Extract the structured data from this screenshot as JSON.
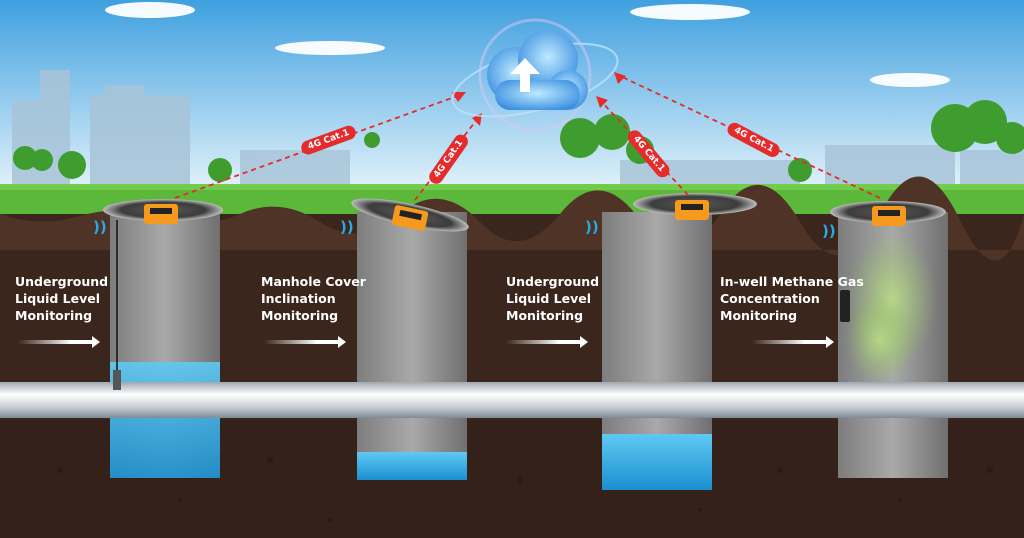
{
  "panels": [
    {
      "line1": "Underground",
      "line2": "Liquid Level",
      "line3": "Monitoring"
    },
    {
      "line1": "Manhole Cover",
      "line2": "Inclination",
      "line3": "Monitoring"
    },
    {
      "line1": "Underground",
      "line2": "Liquid Level",
      "line3": "Monitoring"
    },
    {
      "line1": "In-well Methane Gas",
      "line2": "Concentration",
      "line3": "Monitoring"
    }
  ],
  "link_tags": [
    "4G Cat.1",
    "4G Cat.1",
    "4G Cat.1",
    "4G Cat.1"
  ],
  "colors": {
    "sky_top": "#3fa0e0",
    "sky_bottom": "#d9eef8",
    "grass": "#5cb83a",
    "soil": "#3a261c",
    "shaft": "#8b8b8b",
    "water": "#2aa8e6",
    "device": "#f59a1c",
    "tag_red": "#e52b2b",
    "pipe": "#d8dde2",
    "gas_green": "#9ccc5a"
  },
  "icons": {
    "cloud": "cloud-upload-icon",
    "signal": "wifi-signal-icon",
    "sensor": "sensor-device-icon"
  }
}
